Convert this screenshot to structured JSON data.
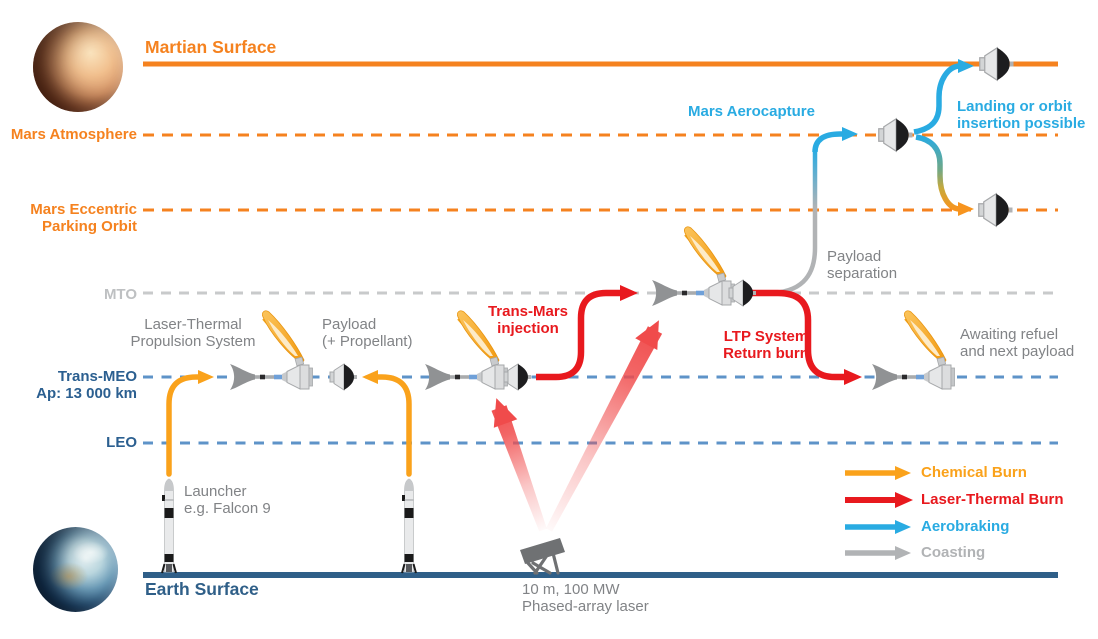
{
  "levels": {
    "martian_surface": "Martian Surface",
    "mars_atmosphere": "Mars Atmosphere",
    "mars_eccentric": "Mars Eccentric\nParking Orbit",
    "mto": "MTO",
    "trans_meo": "Trans-MEO\nAp: 13 000 km",
    "leo": "LEO",
    "earth_surface": "Earth Surface"
  },
  "annotations": {
    "ltp_system": "Laser-Thermal\nPropulsion System",
    "payload": "Payload\n(+ Propellant)",
    "trans_mars_injection": "Trans-Mars\ninjection",
    "ltp_return": "LTP System\nReturn burn",
    "payload_separation": "Payload\nseparation",
    "mars_aerocapture": "Mars Aerocapture",
    "landing": "Landing or orbit\ninsertion possible",
    "awaiting_refuel": "Awaiting refuel\nand next payload",
    "launcher": "Launcher\ne.g. Falcon 9",
    "laser": "10 m, 100 MW\nPhased-array laser"
  },
  "legend": {
    "items": [
      {
        "label": "Chemical Burn",
        "color": "#FAA21B"
      },
      {
        "label": "Laser-Thermal Burn",
        "color": "#E8191E"
      },
      {
        "label": "Aerobraking",
        "color": "#29ABE2"
      },
      {
        "label": "Coasting",
        "color": "#B1B3B5"
      }
    ]
  },
  "icons": {
    "mars_planet": "mars-globe-icon",
    "earth_planet": "earth-globe-icon",
    "ltp_spacecraft": "laser-thermal-propulsion-spacecraft-icon",
    "payload_capsule": "payload-capsule-icon",
    "rocket": "falcon9-rocket-icon",
    "laser_station": "phased-array-laser-icon",
    "laser_beam": "laser-beam-arrow"
  },
  "colors": {
    "mars_orange": "#F5821F",
    "chemical_orange": "#FAA21B",
    "laser_red": "#E8191E",
    "beam_red": "#F04B4B",
    "aerobrake_cyan": "#29ABE2",
    "coast_gray": "#B1B3B5",
    "annotation_gray": "#818386",
    "mto_gray": "#BEC0C2",
    "earth_blue_label": "#2B5F90",
    "orbit_dash_blue": "#5E93C8",
    "earth_surface_line": "#2F5F88",
    "dish_gold": "#F6AA1E"
  }
}
